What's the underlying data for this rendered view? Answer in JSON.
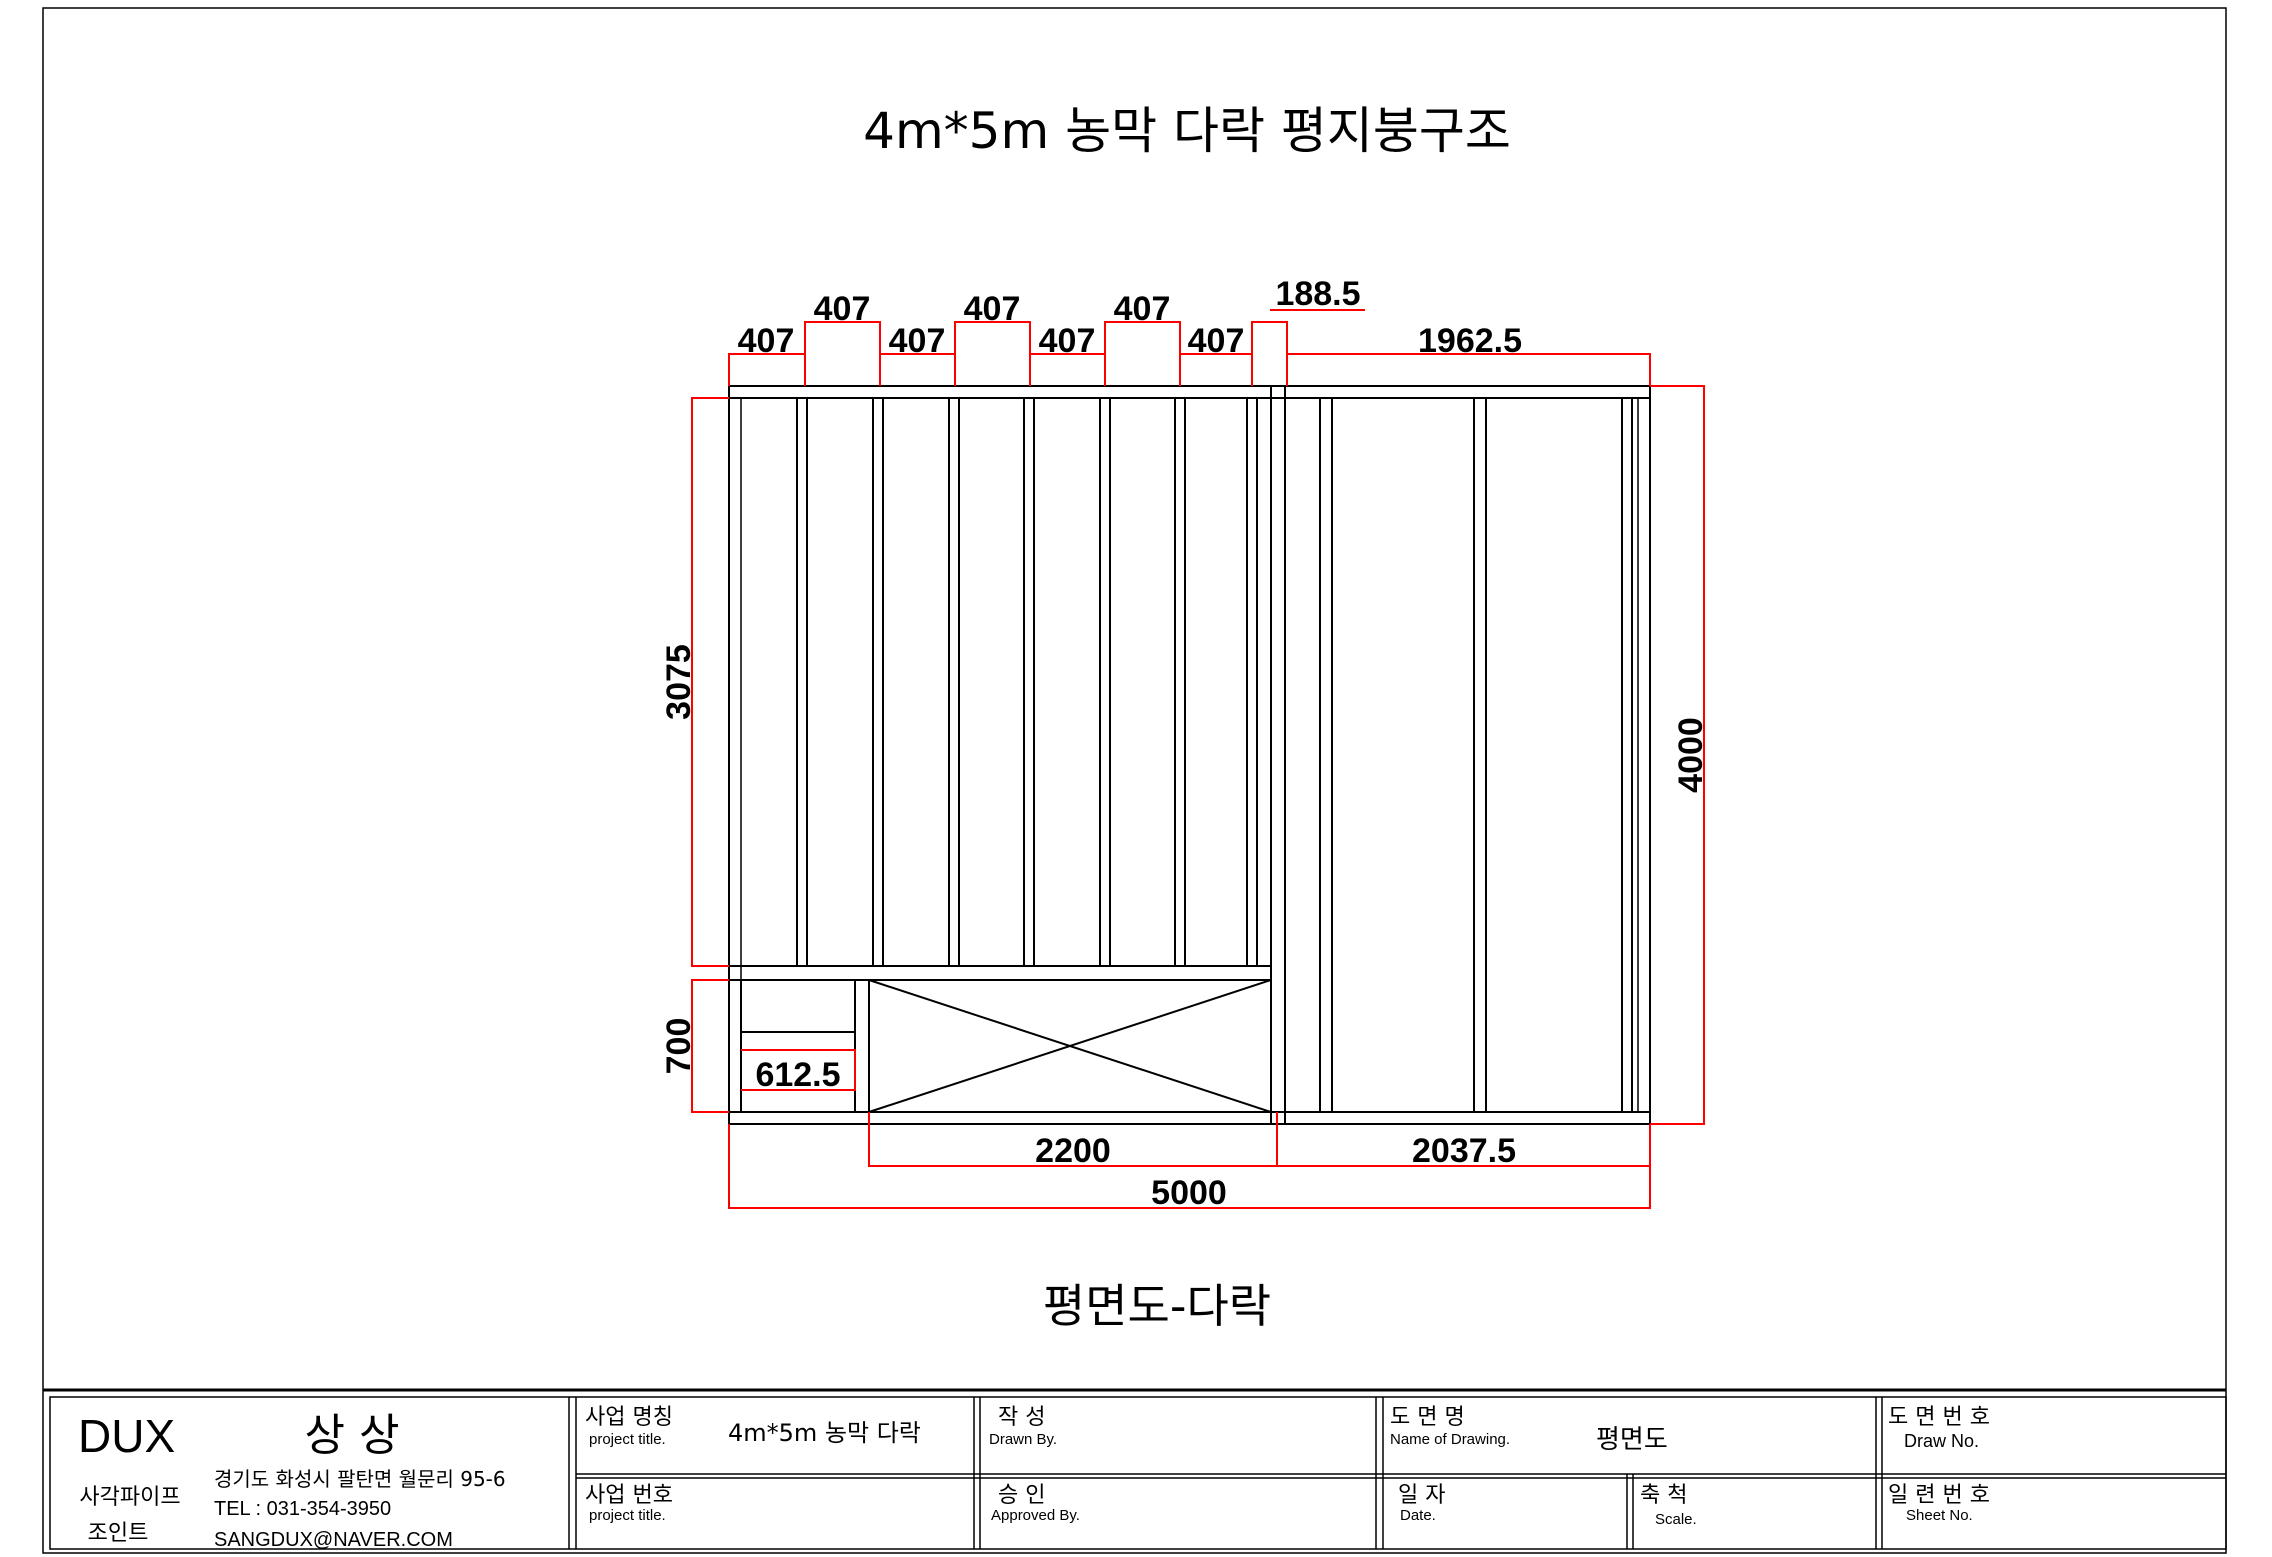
{
  "drawing": {
    "title": "4m*5m 농막 다락 평지붕구조",
    "caption": "평면도-다락",
    "dimensions": {
      "top_spans": [
        "407",
        "407",
        "407",
        "407",
        "407",
        "407",
        "407"
      ],
      "small_top": "188.5",
      "right_top": "1962.5",
      "left_upper": "3075",
      "left_lower": "700",
      "right_height": "4000",
      "inner_step": "612.5",
      "bottom_mid": "2200",
      "bottom_right": "2037.5",
      "bottom_total": "5000"
    },
    "colors": {
      "dimension": "#ff0000",
      "structure": "#000000"
    }
  },
  "title_block": {
    "company_logo": "DUX",
    "company_name": "상 상",
    "company_sub1": "사각파이프",
    "company_sub2": "조인트",
    "address": "경기도 화성시 팔탄면 월문리 95-6",
    "tel": "TEL : 031-354-3950",
    "email": "SANGDUX@NAVER.COM",
    "project_name_label": "사업 명칭",
    "project_name_en": "project title.",
    "project_name_value": "4m*5m 농막 다락",
    "project_no_label": "사업 번호",
    "project_no_en": "project title.",
    "drawn_label": "작   성",
    "drawn_en": "Drawn By.",
    "approved_label": "승   인",
    "approved_en": "Approved By.",
    "drawing_name_label": "도  면  명",
    "drawing_name_en": "Name of Drawing.",
    "drawing_name_value": "평면도",
    "date_label": "일   자",
    "date_en": "Date.",
    "scale_label": "축   척",
    "scale_en": "Scale.",
    "draw_no_label": "도 면 번 호",
    "draw_no_en": "Draw No.",
    "sheet_no_label": "일 련 번 호",
    "sheet_no_en": "Sheet No."
  }
}
